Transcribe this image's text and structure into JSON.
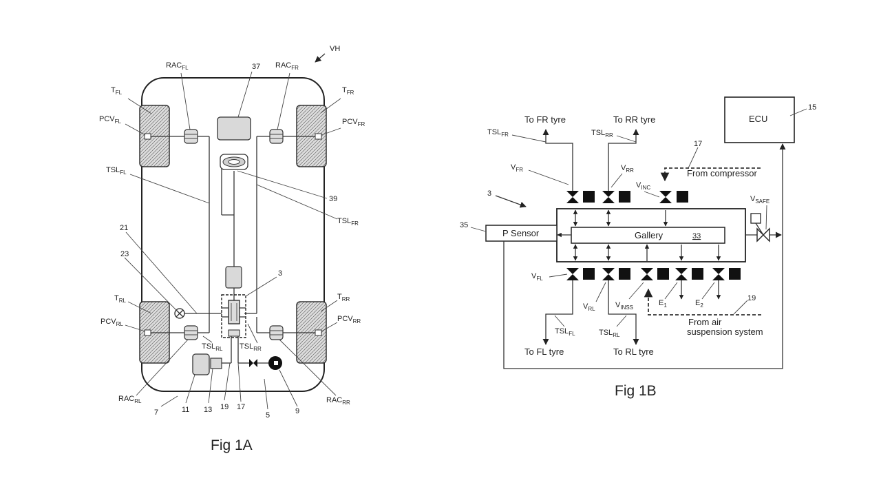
{
  "fig_a": {
    "caption": "Fig 1A",
    "labels": {
      "vh": "VH",
      "rac_fl": [
        "RAC",
        "FL"
      ],
      "rac_fr": [
        "RAC",
        "FR"
      ],
      "t_fl": [
        "T",
        "FL"
      ],
      "t_fr": [
        "T",
        "FR"
      ],
      "pcv_fl": [
        "PCV",
        "FL"
      ],
      "pcv_fr": [
        "PCV",
        "FR"
      ],
      "n37": "37",
      "n39": "39",
      "tsl_fl": [
        "TSL",
        "FL"
      ],
      "tsl_fr": [
        "TSL",
        "FR"
      ],
      "n21": "21",
      "n23": "23",
      "n3": "3",
      "t_rl": [
        "T",
        "RL"
      ],
      "t_rr": [
        "T",
        "RR"
      ],
      "pcv_rl": [
        "PCV",
        "RL"
      ],
      "pcv_rr": [
        "PCV",
        "RR"
      ],
      "tsl_rl": [
        "TSL",
        "RL"
      ],
      "tsl_rr": [
        "TSL",
        "RR"
      ],
      "rac_rl": [
        "RAC",
        "RL"
      ],
      "rac_rr": [
        "RAC",
        "RR"
      ],
      "n7": "7",
      "n11": "11",
      "n13": "13",
      "n19": "19",
      "n17": "17",
      "n5": "5",
      "n9": "9"
    }
  },
  "fig_b": {
    "caption": "Fig 1B",
    "labels": {
      "ecu": "ECU",
      "n15": "15",
      "to_fr": "To FR tyre",
      "to_rr": "To RR tyre",
      "tsl_fr": [
        "TSL",
        "FR"
      ],
      "tsl_rr": [
        "TSL",
        "RR"
      ],
      "n17": "17",
      "from_compressor": "From compressor",
      "v_fr": [
        "V",
        "FR"
      ],
      "v_rr": [
        "V",
        "RR"
      ],
      "v_inc": [
        "V",
        "INC"
      ],
      "n3": "3",
      "v_safe": [
        "V",
        "SAFE"
      ],
      "n35": "35",
      "p_sensor": "P Sensor",
      "gallery": "Gallery",
      "n33": "33",
      "v_fl": [
        "V",
        "FL"
      ],
      "v_rl": [
        "V",
        "RL"
      ],
      "v_inss": [
        "V",
        "INSS"
      ],
      "e1": [
        "E",
        "1"
      ],
      "e2": [
        "E",
        "2"
      ],
      "n19": "19",
      "from_air_1": "From air",
      "from_air_2": "suspension system",
      "tsl_fl": [
        "TSL",
        "FL"
      ],
      "tsl_rl": [
        "TSL",
        "RL"
      ],
      "to_fl": "To FL tyre",
      "to_rl": "To RL tyre"
    }
  }
}
